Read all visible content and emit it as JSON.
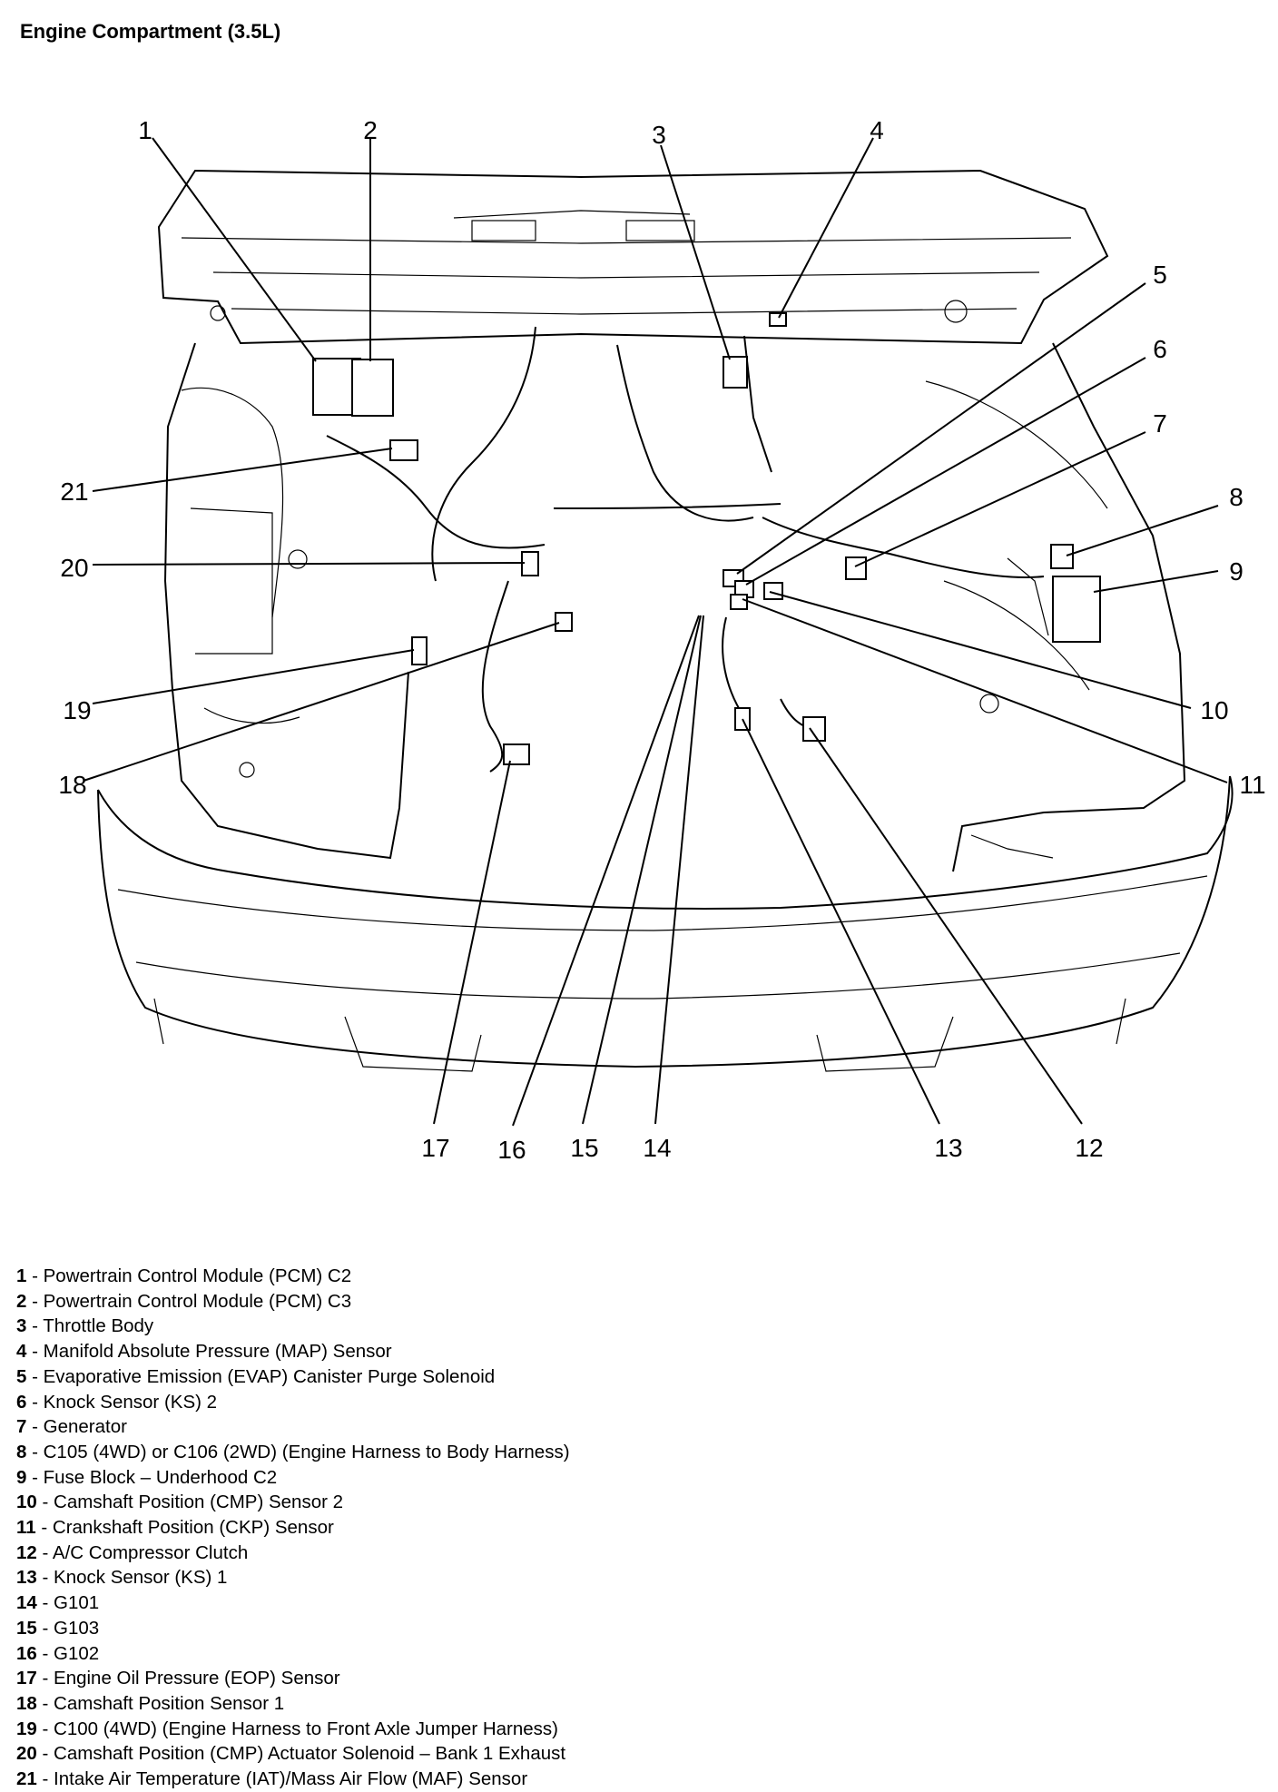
{
  "title": "Engine Compartment (3.5L)",
  "callouts": [
    {
      "num": "1",
      "label": "Powertrain Control Module (PCM) C2"
    },
    {
      "num": "2",
      "label": "Powertrain Control Module (PCM) C3"
    },
    {
      "num": "3",
      "label": "Throttle Body"
    },
    {
      "num": "4",
      "label": "Manifold Absolute Pressure (MAP) Sensor"
    },
    {
      "num": "5",
      "label": "Evaporative Emission (EVAP) Canister Purge Solenoid"
    },
    {
      "num": "6",
      "label": "Knock Sensor (KS) 2"
    },
    {
      "num": "7",
      "label": "Generator"
    },
    {
      "num": "8",
      "label": "C105 (4WD) or C106 (2WD) (Engine Harness to Body Harness)"
    },
    {
      "num": "9",
      "label": "Fuse Block – Underhood C2"
    },
    {
      "num": "10",
      "label": "Camshaft Position (CMP) Sensor 2"
    },
    {
      "num": "11",
      "label": "Crankshaft Position (CKP) Sensor"
    },
    {
      "num": "12",
      "label": "A/C Compressor Clutch"
    },
    {
      "num": "13",
      "label": "Knock Sensor (KS) 1"
    },
    {
      "num": "14",
      "label": "G101"
    },
    {
      "num": "15",
      "label": "G103"
    },
    {
      "num": "16",
      "label": "G102"
    },
    {
      "num": "17",
      "label": "Engine Oil Pressure (EOP) Sensor"
    },
    {
      "num": "18",
      "label": "Camshaft Position Sensor 1"
    },
    {
      "num": "19",
      "label": "C100 (4WD) (Engine Harness to Front Axle Jumper Harness)"
    },
    {
      "num": "20",
      "label": "Camshaft Position (CMP) Actuator Solenoid – Bank 1 Exhaust"
    },
    {
      "num": "21",
      "label": "Intake Air Temperature (IAT)/Mass Air Flow (MAF) Sensor"
    }
  ]
}
